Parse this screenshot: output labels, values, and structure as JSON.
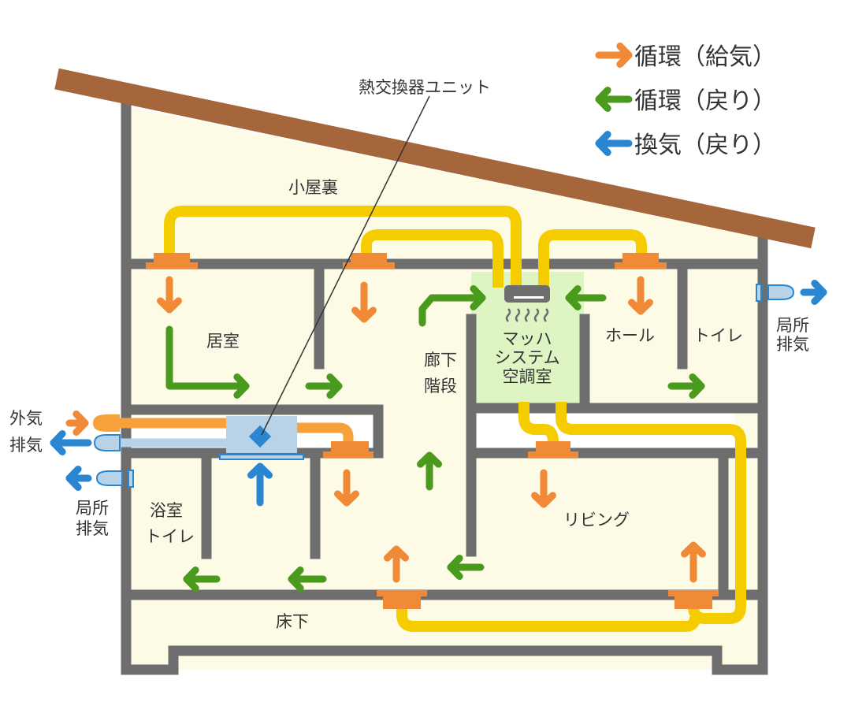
{
  "legend": [
    {
      "label": "循環（給気）",
      "color": "#f08a36"
    },
    {
      "label": "循環（戻り）",
      "color": "#4a9a1e"
    },
    {
      "label": "換気（戻り）",
      "color": "#2a86d0"
    }
  ],
  "labels": {
    "heat_exchanger": "熱交換器ユニット",
    "attic": "小屋裏",
    "living_room": "居室",
    "corridor_1": "廊下",
    "corridor_2": "階段",
    "ac_room_1": "マッハ",
    "ac_room_2": "システム",
    "ac_room_3": "空調室",
    "hall": "ホール",
    "toilet_2f": "トイレ",
    "local_exhaust_right_1": "局所",
    "local_exhaust_right_2": "排気",
    "outside_air": "外気",
    "exhaust": "排気",
    "local_exhaust_left_1": "局所",
    "local_exhaust_left_2": "排気",
    "bath_1": "浴室",
    "bath_2": "トイレ",
    "living": "リビング",
    "underfloor": "床下"
  },
  "colors": {
    "roof": "#a5663c",
    "wall": "#6e6e6e",
    "interior": "#fdfbe6",
    "duct": "#f5cc00",
    "vent": "#f08a36",
    "ac_room": "#ddf5c2",
    "hx_unit": "#b8d3e8"
  }
}
